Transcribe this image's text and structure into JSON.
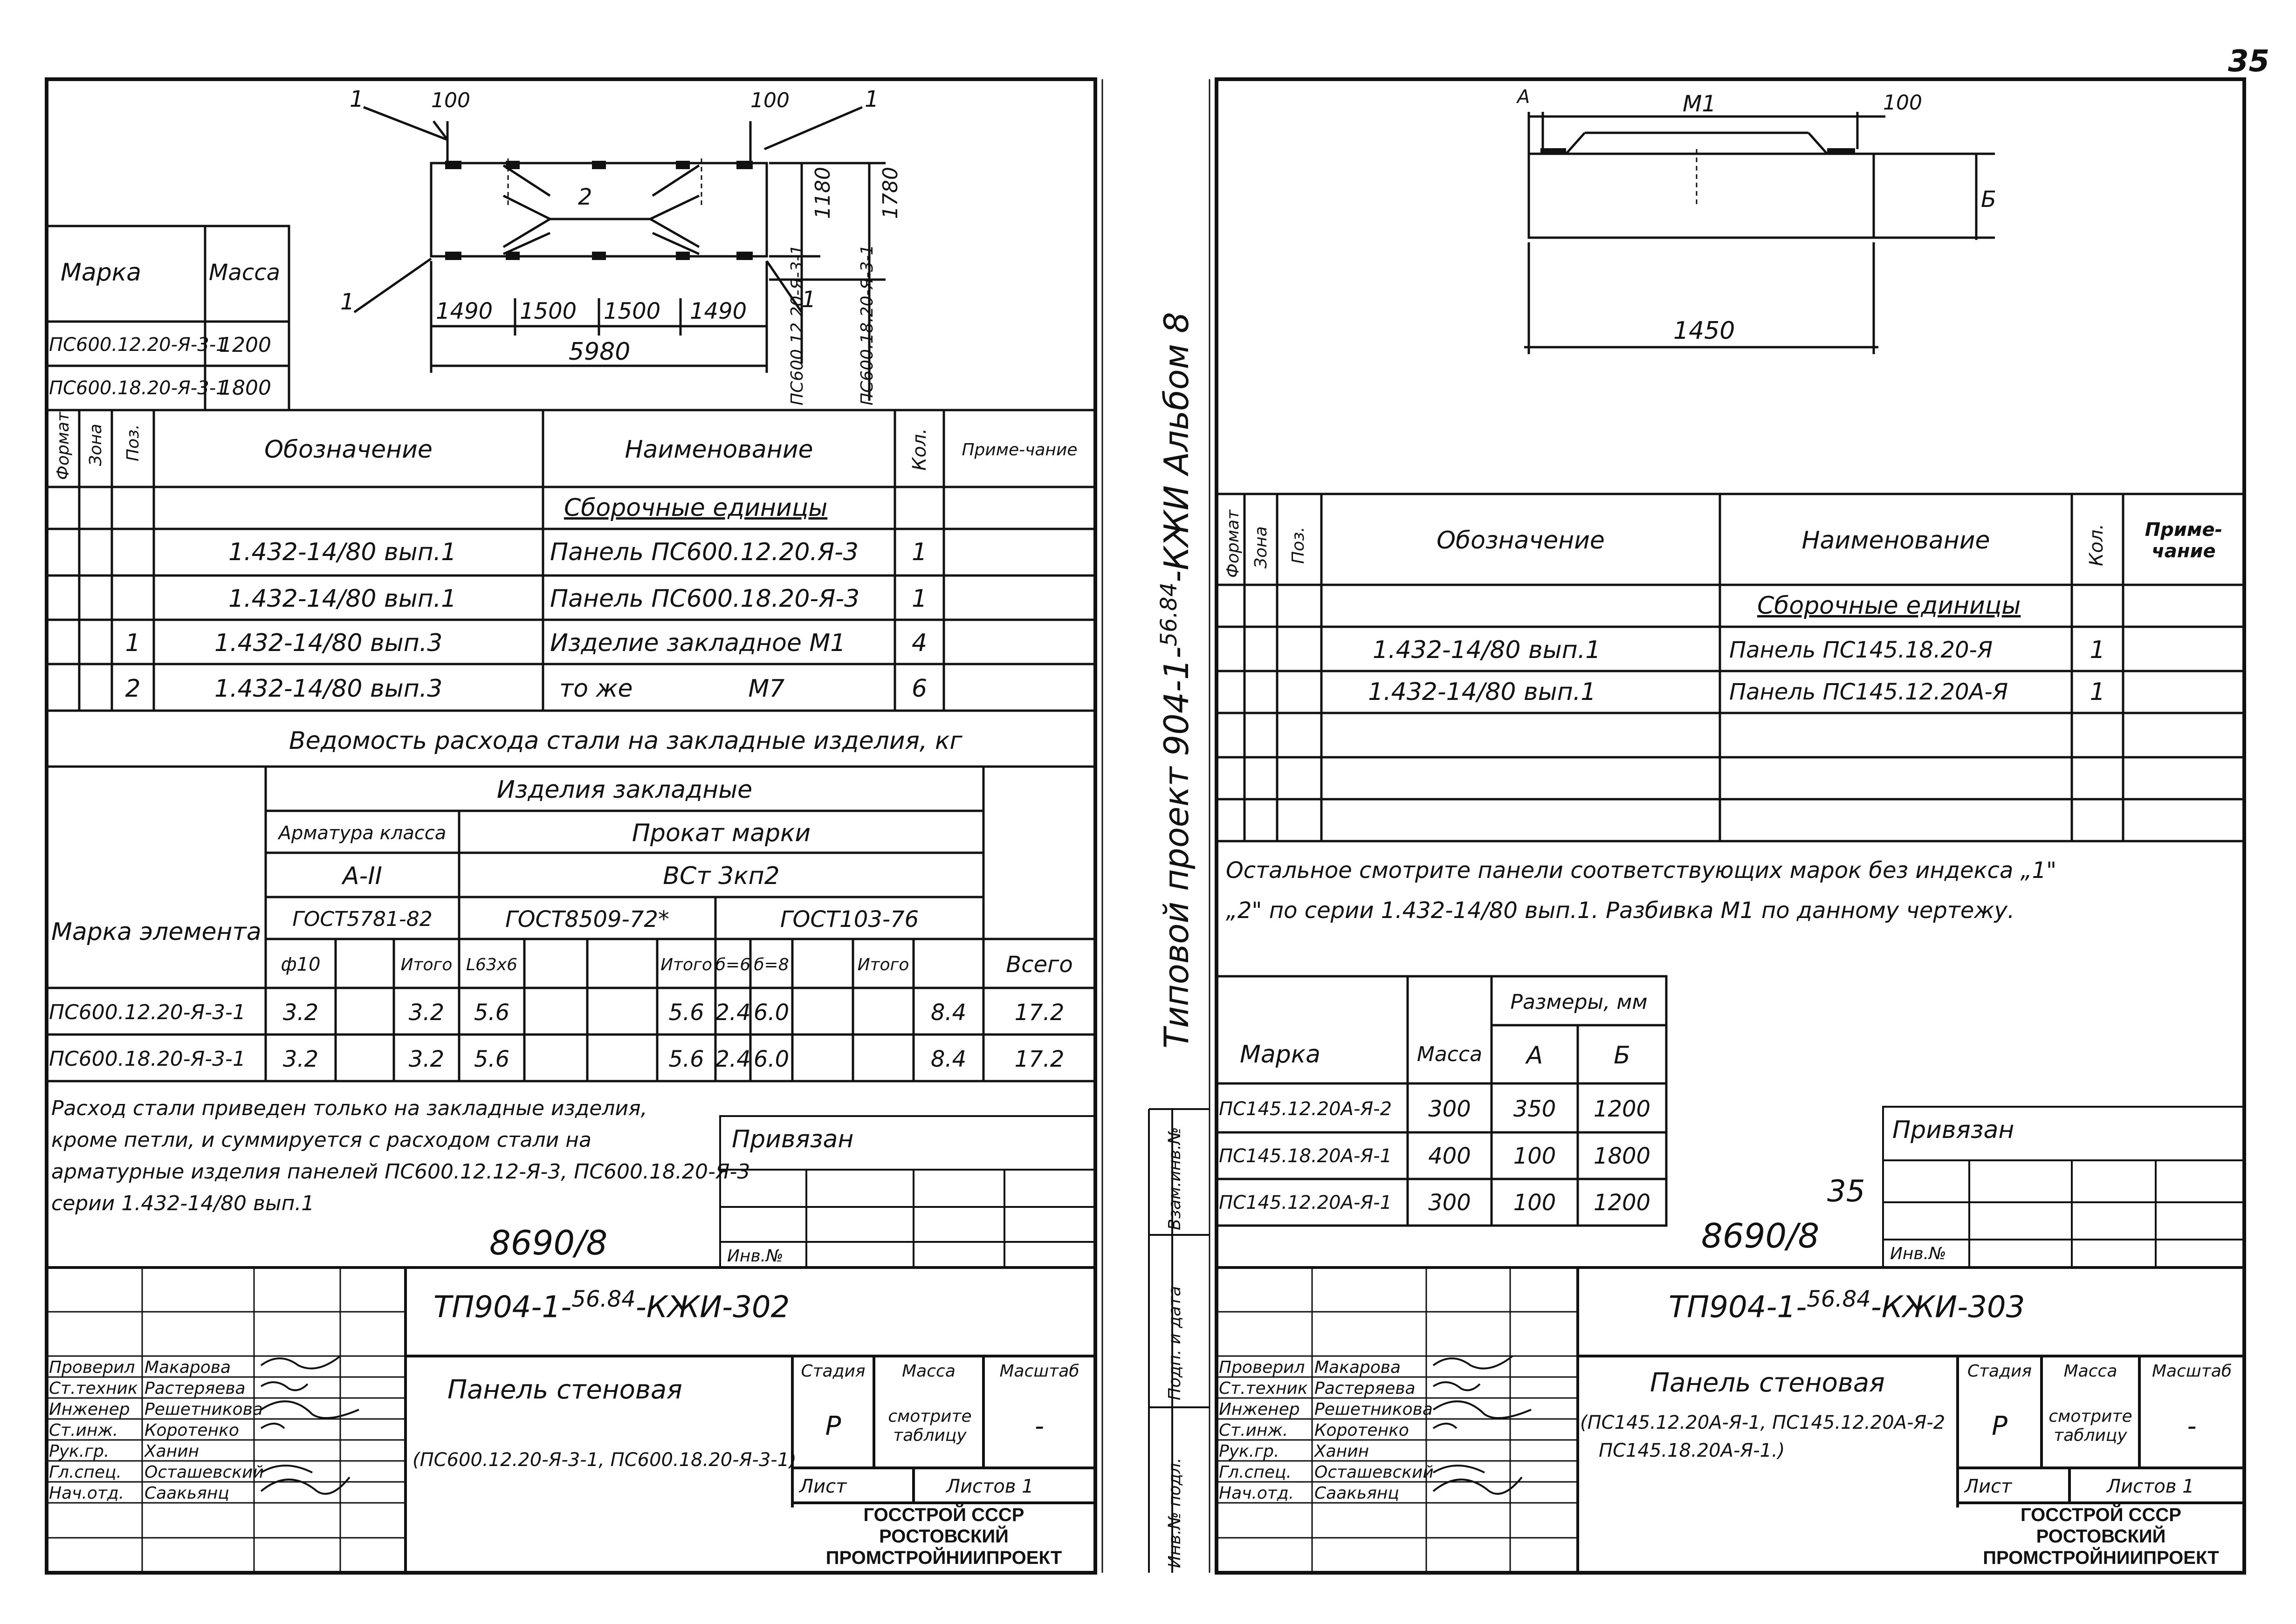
{
  "page_number": "35",
  "album_stamp": {
    "title_part": "Типовой проект 904-1-",
    "superscript": "56.84",
    "suffix": "-КЖИ Альбом 8"
  },
  "left": {
    "drawing": {
      "callouts": [
        "1",
        "1",
        "1",
        "1"
      ],
      "dims_top": [
        "100",
        "100"
      ],
      "dims_bottom": [
        "1490",
        "1500",
        "1500",
        "1490"
      ],
      "overall": "5980",
      "heights": [
        "1180",
        "1780"
      ],
      "height_labels": [
        "ПС600.12.20-Я-3-1",
        "ПС600.18.20-Я-3-1"
      ],
      "center_pos": "2"
    },
    "mass_table": {
      "headers": [
        "Марка",
        "Масса"
      ],
      "rows": [
        [
          "ПС600.12.20-Я-3-1",
          "1200"
        ],
        [
          "ПС600.18.20-Я-3-1",
          "1800"
        ]
      ]
    },
    "spec": {
      "headers": [
        "Формат",
        "Зона",
        "Поз.",
        "Обозначение",
        "Наименование",
        "Кол.",
        "Приме-чание"
      ],
      "section": "Сборочные единицы",
      "rows": [
        [
          "",
          "",
          "",
          "1.432-14/80 вып.1",
          "Панель ПС600.12.20.Я-3",
          "1",
          ""
        ],
        [
          "",
          "",
          "",
          "1.432-14/80 вып.1",
          "Панель ПС600.18.20-Я-3",
          "1",
          ""
        ],
        [
          "",
          "",
          "1",
          "1.432-14/80 вып.3",
          "Изделие закладное М1",
          "4",
          ""
        ],
        [
          "",
          "",
          "2",
          "1.432-14/80 вып.3",
          "то же               М7",
          "6",
          ""
        ]
      ]
    },
    "steel": {
      "title": "Ведомость расхода стали на закладные изделия, кг",
      "group": "Изделия закладные",
      "armatura": "Арматура класса",
      "armatura_class": "А-II",
      "prokat": "Прокат марки",
      "prokat_mark": "ВСт 3кп2",
      "row_header": "Марка элемента",
      "total": "Всего",
      "gost": [
        "ГОСТ5781-82",
        "ГОСТ8509-72*",
        "ГОСТ103-76"
      ],
      "subheads": [
        "ф10",
        "",
        "Итого",
        "L63х6",
        "",
        "",
        "Итого",
        "б=6",
        "б=8",
        "",
        "Итого"
      ],
      "rows": [
        [
          "ПС600.12.20-Я-3-1",
          "3.2",
          "",
          "3.2",
          "5.6",
          "",
          "",
          "5.6",
          "2.4",
          "6.0",
          "",
          "8.4",
          "17.2"
        ],
        [
          "ПС600.18.20-Я-3-1",
          "3.2",
          "",
          "3.2",
          "5.6",
          "",
          "",
          "5.6",
          "2.4",
          "6.0",
          "",
          "8.4",
          "17.2"
        ]
      ]
    },
    "note_lines": [
      "Расход стали приведен только на закладные изделия,",
      "кроме петли, и суммируется с расходом стали на",
      "арматурные изделия панелей ПС600.12.12-Я-3, ПС600.18.20-Я-3",
      "серии 1.432-14/80 вып.1"
    ],
    "privyazan": "Привязан",
    "inv_no": "Инв.№",
    "reg_no": "8690/8",
    "code_main": "ТП904-1-",
    "code_sup": "56.84",
    "code_suffix": "-КЖИ-302",
    "staff": [
      [
        "Проверил",
        "Макарова"
      ],
      [
        "Ст.техник",
        "Растеряева"
      ],
      [
        "Инженер",
        "Решетникова"
      ],
      [
        "Ст.инж.",
        "Коротенко"
      ],
      [
        "Рук.гр.",
        "Ханин"
      ],
      [
        "Гл.спец.",
        "Осташевский"
      ],
      [
        "Нач.отд.",
        "Саакьянц"
      ]
    ],
    "title": "Панель стеновая",
    "subtitle": "(ПС600.12.20-Я-3-1, ПС600.18.20-Я-3-1)",
    "stage_h": "Стадия",
    "mass_h": "Масса",
    "scale_h": "Масштаб",
    "stage": "Р",
    "mass": "смотрите таблицу",
    "scale": "-",
    "sheet": "Лист",
    "sheets": "Листов 1",
    "org": [
      "ГОССТРОЙ СССР",
      "РОСТОВСКИЙ",
      "ПРОМСТРОЙНИИПРОЕКТ"
    ]
  },
  "right": {
    "drawing": {
      "dim_a": "А",
      "dim_m1": "М1",
      "dim_100": "100",
      "dim_b": "Б",
      "width": "1450"
    },
    "spec": {
      "headers": [
        "Формат",
        "Зона",
        "Поз.",
        "Обозначение",
        "Наименование",
        "Кол.",
        "Приме-чание"
      ],
      "section": "Сборочные единицы",
      "rows": [
        [
          "",
          "",
          "",
          "1.432-14/80 вып.1",
          "Панель ПС145.18.20-Я",
          "1",
          ""
        ],
        [
          "",
          "",
          "",
          "1.432-14/80 вып.1",
          "Панель ПС145.12.20А-Я",
          "1",
          ""
        ]
      ]
    },
    "note_lines": [
      "Остальное смотрите панели соответствующих марок без индекса „1\"",
      "„2\" по серии 1.432-14/80 вып.1. Разбивка М1 по данному чертежу."
    ],
    "table": {
      "headers": [
        "Марка",
        "Масса",
        "Размеры, мм",
        "А",
        "Б"
      ],
      "rows": [
        [
          "ПС145.12.20А-Я-2",
          "300",
          "350",
          "1200"
        ],
        [
          "ПС145.18.20А-Я-1",
          "400",
          "100",
          "1800"
        ],
        [
          "ПС145.12.20А-Я-1",
          "300",
          "100",
          "1200"
        ]
      ]
    },
    "privyazan": "Привязан",
    "inv_no": "Инв.№",
    "sheet_num": "35",
    "reg_no": "8690/8",
    "code_main": "ТП904-1-",
    "code_sup": "56.84",
    "code_suffix": "-КЖИ-303",
    "vert_labels": [
      "Взам.инв.№",
      "Подп. и дата",
      "Инв.№ подл."
    ],
    "staff": [
      [
        "Проверил",
        "Макарова"
      ],
      [
        "Ст.техник",
        "Растеряева"
      ],
      [
        "Инженер",
        "Решетникова"
      ],
      [
        "Ст.инж.",
        "Коротенко"
      ],
      [
        "Рук.гр.",
        "Ханин"
      ],
      [
        "Гл.спец.",
        "Осташевский"
      ],
      [
        "Нач.отд.",
        "Саакьянц"
      ]
    ],
    "title": "Панель стеновая",
    "subtitle_1": "(ПС145.12.20А-Я-1, ПС145.12.20А-Я-2",
    "subtitle_2": "ПС145.18.20А-Я-1.)",
    "stage_h": "Стадия",
    "mass_h": "Масса",
    "scale_h": "Масштаб",
    "stage": "Р",
    "mass": "смотрите таблицу",
    "scale": "-",
    "sheet": "Лист",
    "sheets": "Листов 1",
    "org": [
      "ГОССТРОЙ СССР",
      "РОСТОВСКИЙ",
      "ПРОМСТРОЙНИИПРОЕКТ"
    ]
  }
}
